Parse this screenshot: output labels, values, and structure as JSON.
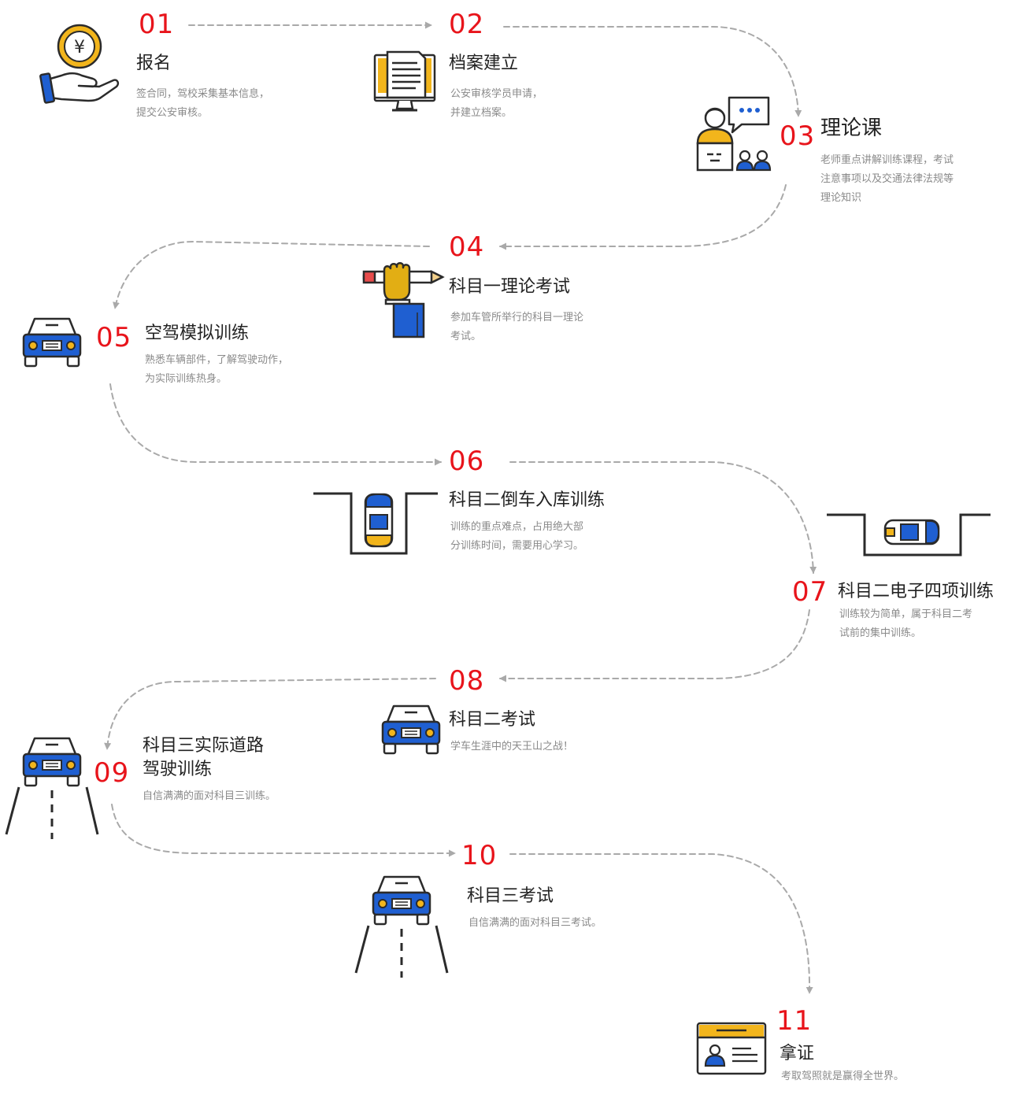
{
  "colors": {
    "accent_red": "#e8141b",
    "icon_blue": "#1f5fd1",
    "icon_yellow": "#f2b51c",
    "outline": "#2b2b2b",
    "connector": "#a9a9a9",
    "title_text": "#222222",
    "desc_text": "#8a8a8a"
  },
  "steps": [
    {
      "num": "01",
      "title": "报名",
      "desc": [
        "签合同，驾校采集基本信息，",
        "提交公安审核。"
      ],
      "icon": "hand-coin-icon"
    },
    {
      "num": "02",
      "title": "档案建立",
      "desc": [
        "公安审核学员申请，",
        "并建立档案。"
      ],
      "icon": "document-monitor-icon"
    },
    {
      "num": "03",
      "title": "理论课",
      "desc": [
        "老师重点讲解训练课程，考试",
        "注意事项以及交通法律法规等",
        "理论知识"
      ],
      "icon": "teacher-lecture-icon"
    },
    {
      "num": "04",
      "title": "科目一理论考试",
      "desc": [
        "参加车管所举行的科目一理论",
        "考试。"
      ],
      "icon": "hand-pencil-icon"
    },
    {
      "num": "05",
      "title": "空驾模拟训练",
      "desc": [
        "熟悉车辆部件，了解驾驶动作，",
        "为实际训练热身。"
      ],
      "icon": "car-front-icon"
    },
    {
      "num": "06",
      "title": "科目二倒车入库训练",
      "desc": [
        "训练的重点难点，占用绝大部",
        "分训练时间，需要用心学习。"
      ],
      "icon": "reverse-parking-icon"
    },
    {
      "num": "07",
      "title": "科目二电子四项训练",
      "desc": [
        "训练较为简单，属于科目二考",
        "试前的集中训练。"
      ],
      "icon": "side-parking-icon"
    },
    {
      "num": "08",
      "title": "科目二考试",
      "desc": [
        "学车生涯中的天王山之战！"
      ],
      "icon": "car-front-icon"
    },
    {
      "num": "09",
      "title": "科目三实际道路",
      "title2": "驾驶训练",
      "desc": [
        "自信满满的面对科目三训练。"
      ],
      "icon": "car-road-icon"
    },
    {
      "num": "10",
      "title": "科目三考试",
      "desc": [
        "自信满满的面对科目三考试。"
      ],
      "icon": "car-road-icon"
    },
    {
      "num": "11",
      "title": "拿证",
      "desc": [
        "考取驾照就是赢得全世界。"
      ],
      "icon": "license-card-icon"
    }
  ]
}
